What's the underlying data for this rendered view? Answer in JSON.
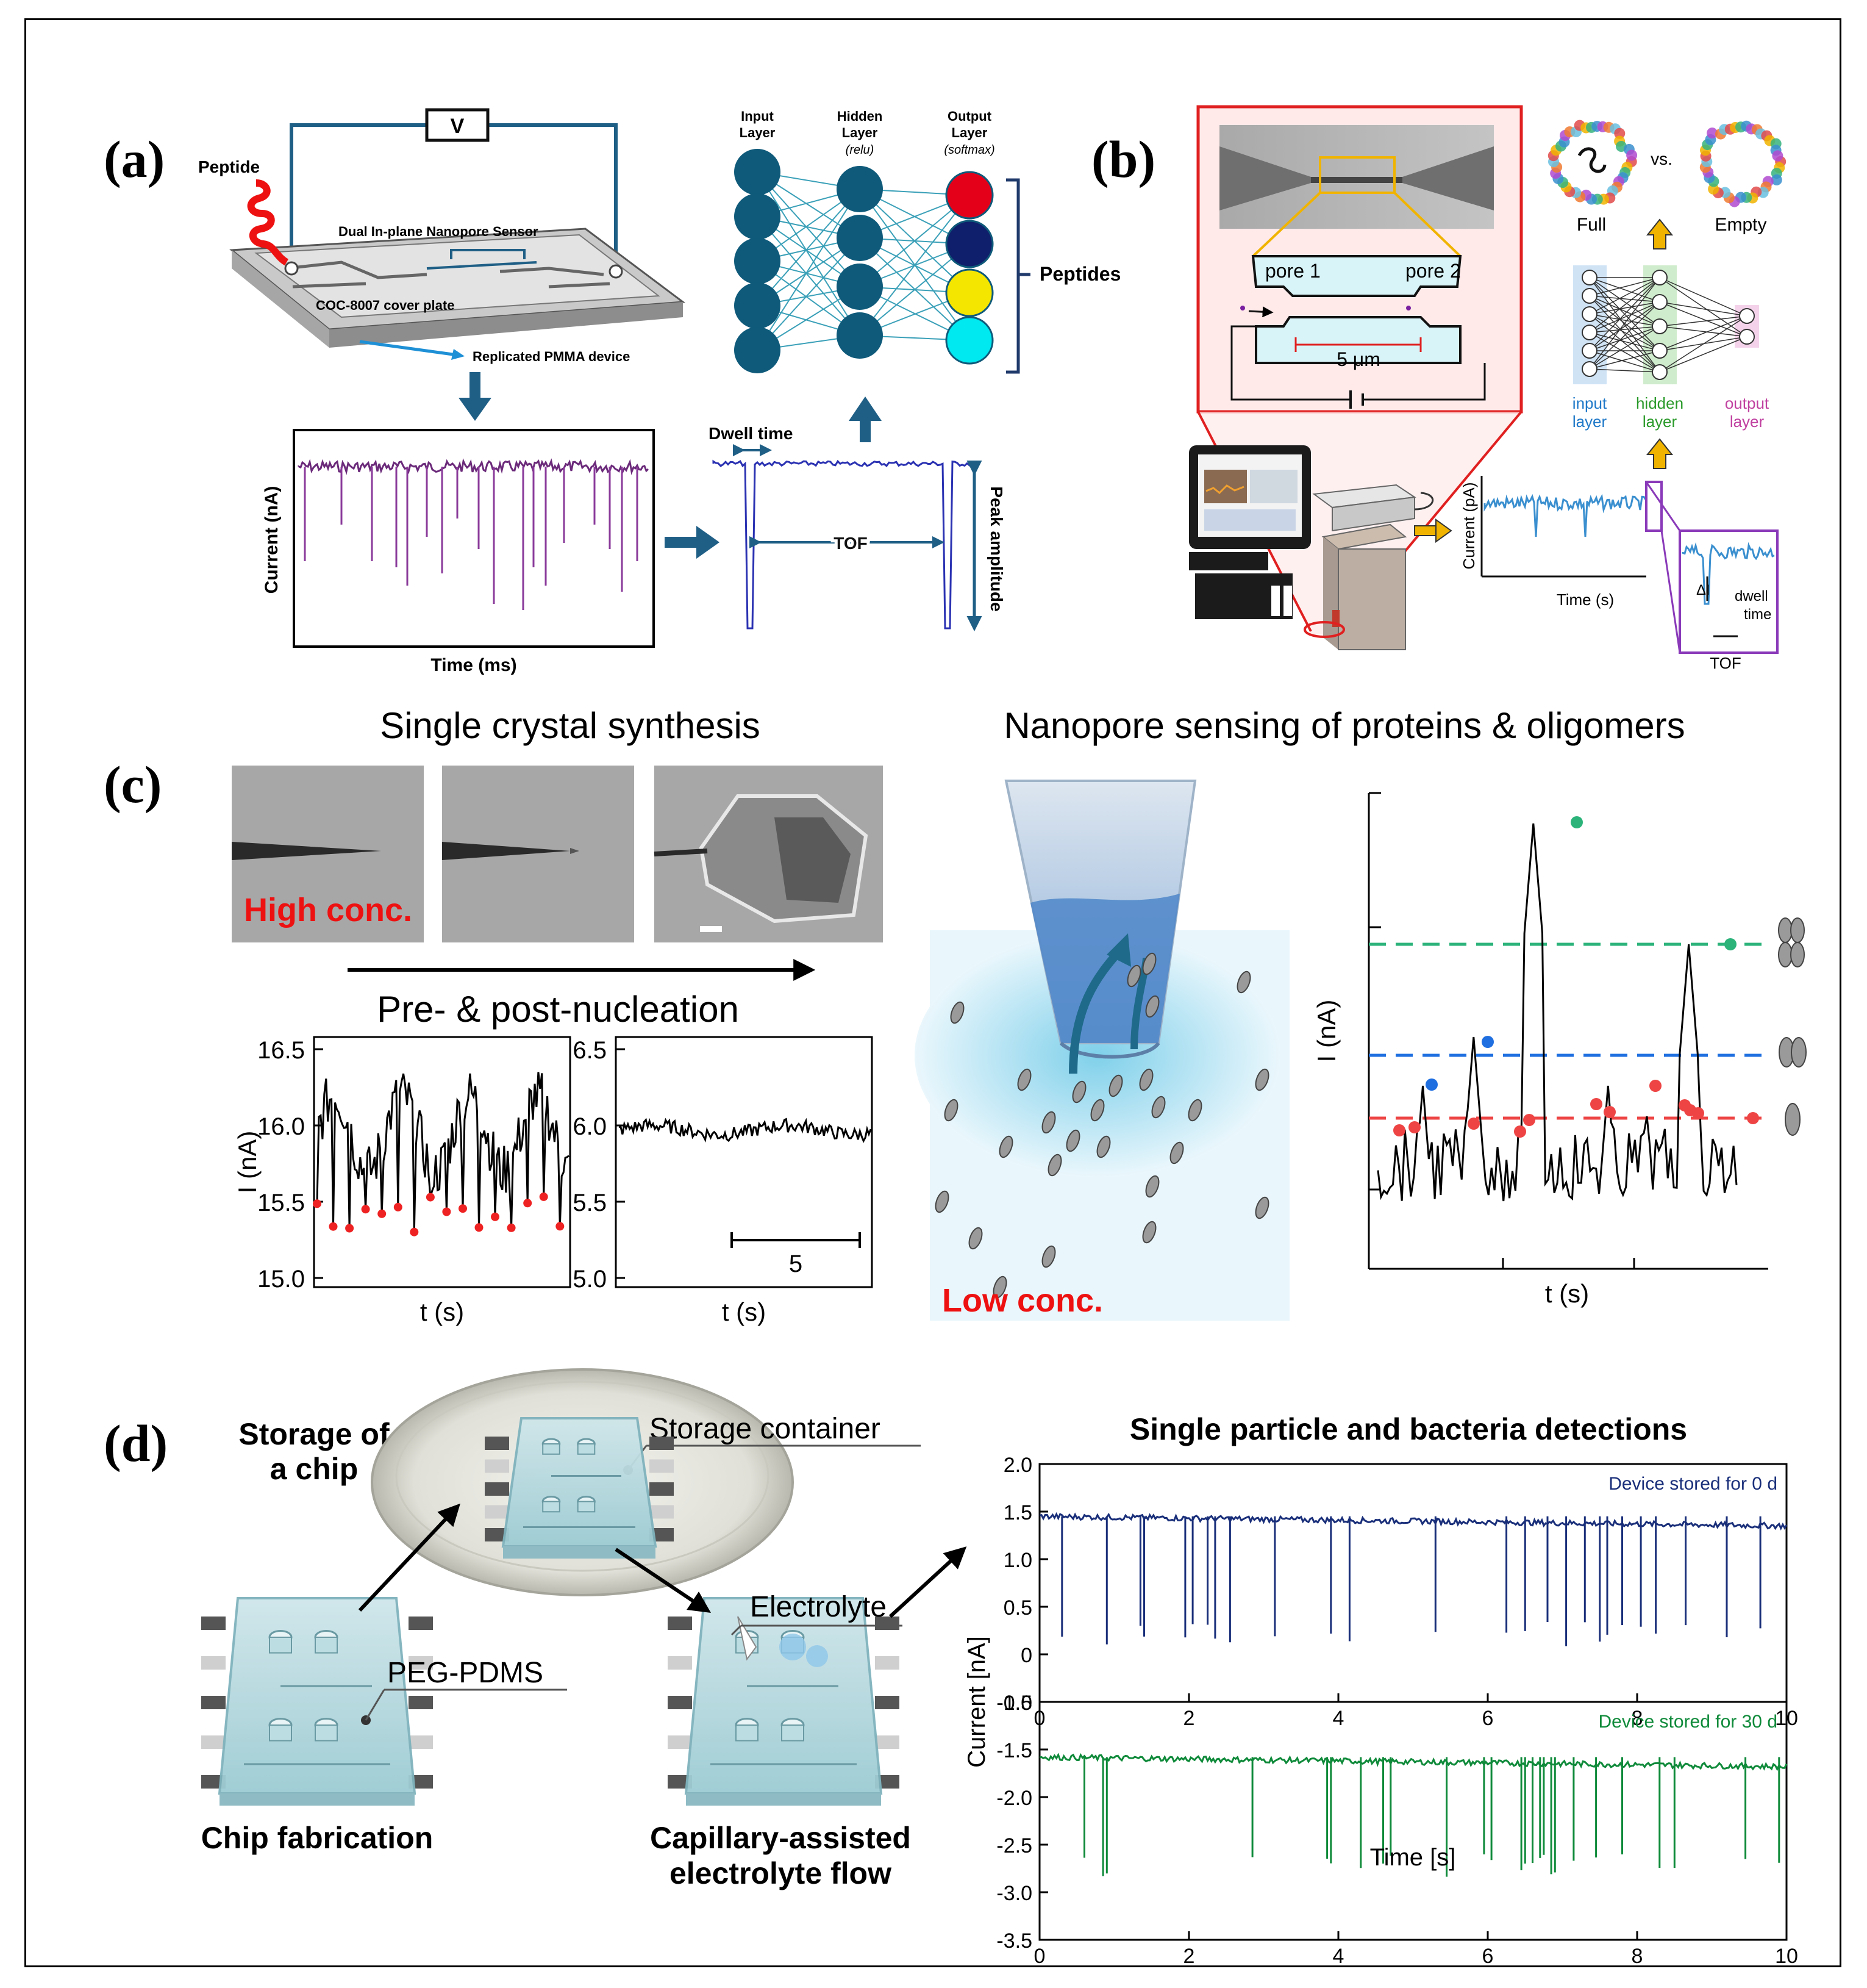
{
  "panels": {
    "a": {
      "label": "(a)",
      "peptide": "Peptide",
      "voltage": "V",
      "sensor": "Dual In-plane Nanopore Sensor",
      "cover": "COC-8007 cover plate",
      "device": "Replicated PMMA device",
      "ylabel": "Current (nA)",
      "xlabel": "Time (ms)",
      "dwell": "Dwell time",
      "tof": "TOF",
      "peak": "Peak amplitude",
      "input_layer": [
        "Input",
        "Layer"
      ],
      "hidden_layer": [
        "Hidden",
        "Layer",
        "(relu)"
      ],
      "output_layer": [
        "Output",
        "Layer",
        "(softmax)"
      ],
      "peptides": "Peptides",
      "output_colors": [
        "#e5001a",
        "#0f1f6b",
        "#f5e600",
        "#00e8f0"
      ]
    },
    "b": {
      "label": "(b)",
      "pore1": "pore 1",
      "pore2": "pore 2",
      "scale": "5 μm",
      "full": "Full",
      "vs": "vs.",
      "empty": "Empty",
      "input": [
        "input",
        "layer"
      ],
      "hidden": [
        "hidden",
        "layer"
      ],
      "output": [
        "output",
        "layer"
      ],
      "ylabel": "Current (pA)",
      "xlabel": "Time (s)",
      "dI": "ΔI",
      "dwell": [
        "dwell",
        "time"
      ],
      "tof": "TOF"
    },
    "c": {
      "label": "(c)",
      "title_left": "Single crystal synthesis",
      "title_right": "Nanopore sensing of proteins & oligomers",
      "high_conc": "High conc.",
      "low_conc": "Low conc.",
      "nucleation": "Pre- & post-nucleation",
      "ylabel": "I (nA)",
      "xlabel": "t (s)",
      "left_yticks": [
        "16.5",
        "16.0",
        "15.5",
        "15.0"
      ],
      "right_yticks": [
        "6.5",
        "6.0",
        "5.5",
        "5.0"
      ],
      "scalebar": "5"
    },
    "d": {
      "label": "(d)",
      "storage_chip": [
        "Storage of",
        "a chip"
      ],
      "storage_container": "Storage container",
      "electrolyte": "Electrolyte",
      "peg": "PEG-PDMS",
      "chip_fab": "Chip fabrication",
      "capillary": [
        "Capillary-assisted",
        "electrolyte flow"
      ],
      "chart_title": "Single particle and bacteria detections",
      "ylabel": "Current [nA]",
      "xlabel": "Time [s]"
    }
  },
  "chart_data": [
    {
      "type": "line",
      "title": "Single particle and bacteria detections",
      "xlabel": "Time [s]",
      "ylabel": "Current [nA]",
      "xlim": [
        0,
        10
      ],
      "ylim": [
        -0.5,
        2.0
      ],
      "x_ticks": [
        "0",
        "2",
        "4",
        "6",
        "8",
        "10"
      ],
      "y_ticks": [
        "2.0",
        "1.5",
        "1.0",
        "0.5",
        "0",
        "-0.5"
      ],
      "series": [
        {
          "name": "Device stored for 0 d",
          "color": "#1a2f7a",
          "baseline": 1.45,
          "spike_times": [
            0.3,
            0.9,
            1.35,
            1.4,
            1.95,
            2.05,
            2.25,
            2.35,
            2.55,
            3.15,
            3.9,
            4.15,
            5.3,
            6.25,
            6.5,
            6.8,
            7.05,
            7.3,
            7.5,
            7.6,
            7.8,
            8.05,
            8.25,
            8.65,
            9.2,
            9.65
          ],
          "spike_depth": 1.3
        }
      ]
    },
    {
      "type": "line",
      "xlabel": "Time [s]",
      "ylabel": "Current [nA]",
      "xlim": [
        0,
        10
      ],
      "ylim": [
        -3.5,
        -1.0
      ],
      "x_ticks": [
        "0",
        "2",
        "4",
        "6",
        "8",
        "10"
      ],
      "y_ticks": [
        "-1.0",
        "-1.5",
        "-2.0",
        "-2.5",
        "-3.0",
        "-3.5"
      ],
      "series": [
        {
          "name": "Device stored for 30 d",
          "color": "#0f8a3a",
          "baseline": -1.58,
          "spike_times": [
            0.6,
            0.85,
            0.9,
            2.85,
            3.85,
            3.9,
            4.3,
            4.6,
            4.7,
            5.45,
            5.95,
            6.05,
            6.45,
            6.5,
            6.6,
            6.7,
            6.75,
            6.85,
            6.9,
            7.15,
            7.45,
            7.8,
            8.3,
            8.5,
            9.45,
            9.9
          ],
          "spike_depth": 1.2
        }
      ]
    }
  ]
}
